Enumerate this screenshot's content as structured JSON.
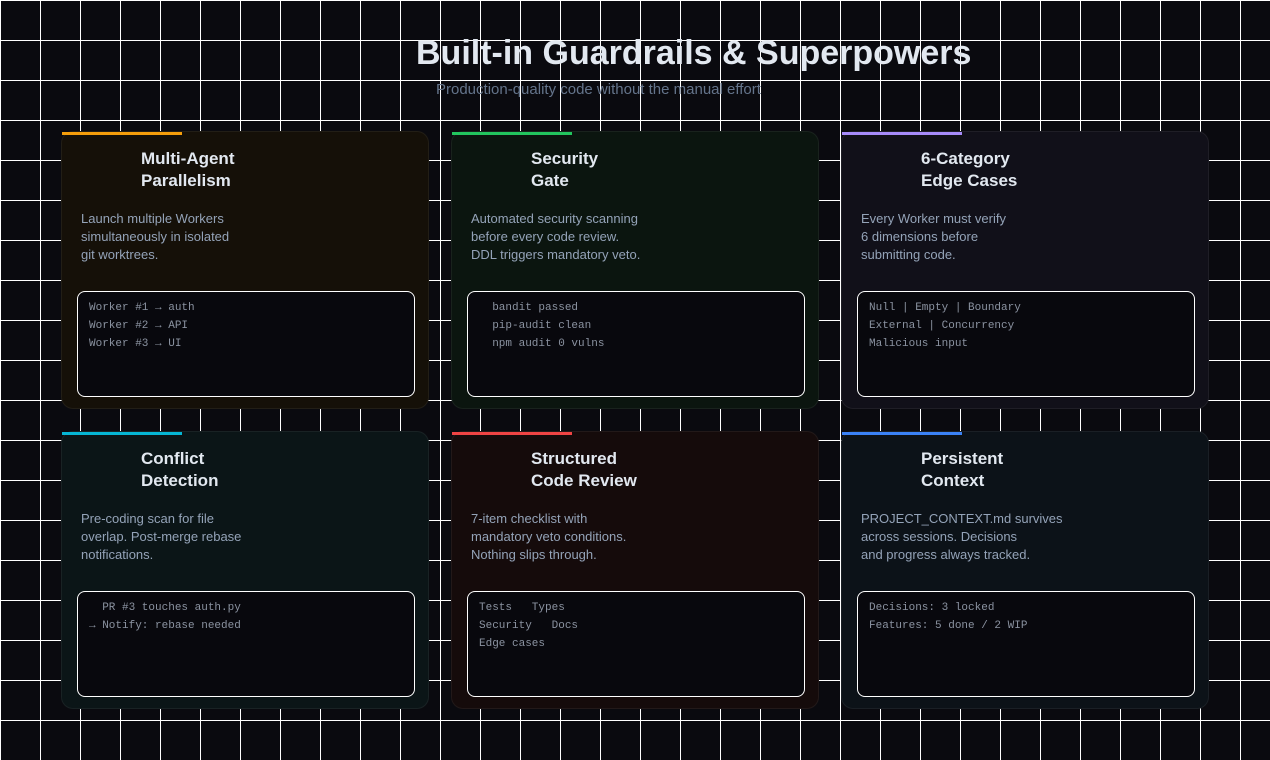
{
  "header": {
    "title": "Built-in Guardrails & Superpowers",
    "subtitle": "Production-quality code without the manual effort"
  },
  "cards": [
    {
      "title1": "Multi-Agent",
      "title2": "Parallelism",
      "desc": [
        "Launch multiple Workers",
        "simultaneously in isolated",
        "git worktrees."
      ],
      "code": [
        "Worker #1 → auth",
        "Worker #2 → API",
        "Worker #3 → UI"
      ],
      "accent": "#f59e0b",
      "bg": "#151008"
    },
    {
      "title1": "Security",
      "title2": "Gate",
      "desc": [
        "Automated security scanning",
        "before every code review.",
        "DDL triggers mandatory veto."
      ],
      "code": [
        "  bandit passed",
        "  pip-audit clean",
        "  npm audit 0 vulns"
      ],
      "accent": "#22c55e",
      "bg": "#0b150f"
    },
    {
      "title1": "6-Category",
      "title2": "Edge Cases",
      "desc": [
        "Every Worker must verify",
        "6 dimensions before",
        "submitting code."
      ],
      "code": [
        "Null | Empty | Boundary",
        "External | Concurrency",
        "Malicious input"
      ],
      "accent": "#a78bfa",
      "bg": "#111019"
    },
    {
      "title1": "Conflict",
      "title2": "Detection",
      "desc": [
        "Pre-coding scan for file",
        "overlap. Post-merge rebase",
        "notifications."
      ],
      "code": [
        "  PR #3 touches auth.py",
        "→ Notify: rebase needed"
      ],
      "accent": "#06b6d4",
      "bg": "#0b1517"
    },
    {
      "title1": "Structured",
      "title2": "Code Review",
      "desc": [
        "7-item checklist with",
        "mandatory veto conditions.",
        "Nothing slips through."
      ],
      "code": [
        "Tests   Types",
        "Security   Docs",
        "Edge cases"
      ],
      "accent": "#ef4444",
      "bg": "#150b0b"
    },
    {
      "title1": "Persistent",
      "title2": "Context",
      "desc": [
        "PROJECT_CONTEXT.md survives",
        "across sessions. Decisions",
        "and progress always tracked."
      ],
      "code": [
        "Decisions: 3 locked",
        "Features: 5 done / 2 WIP"
      ],
      "accent": "#3b82f6",
      "bg": "#0c1218"
    }
  ]
}
